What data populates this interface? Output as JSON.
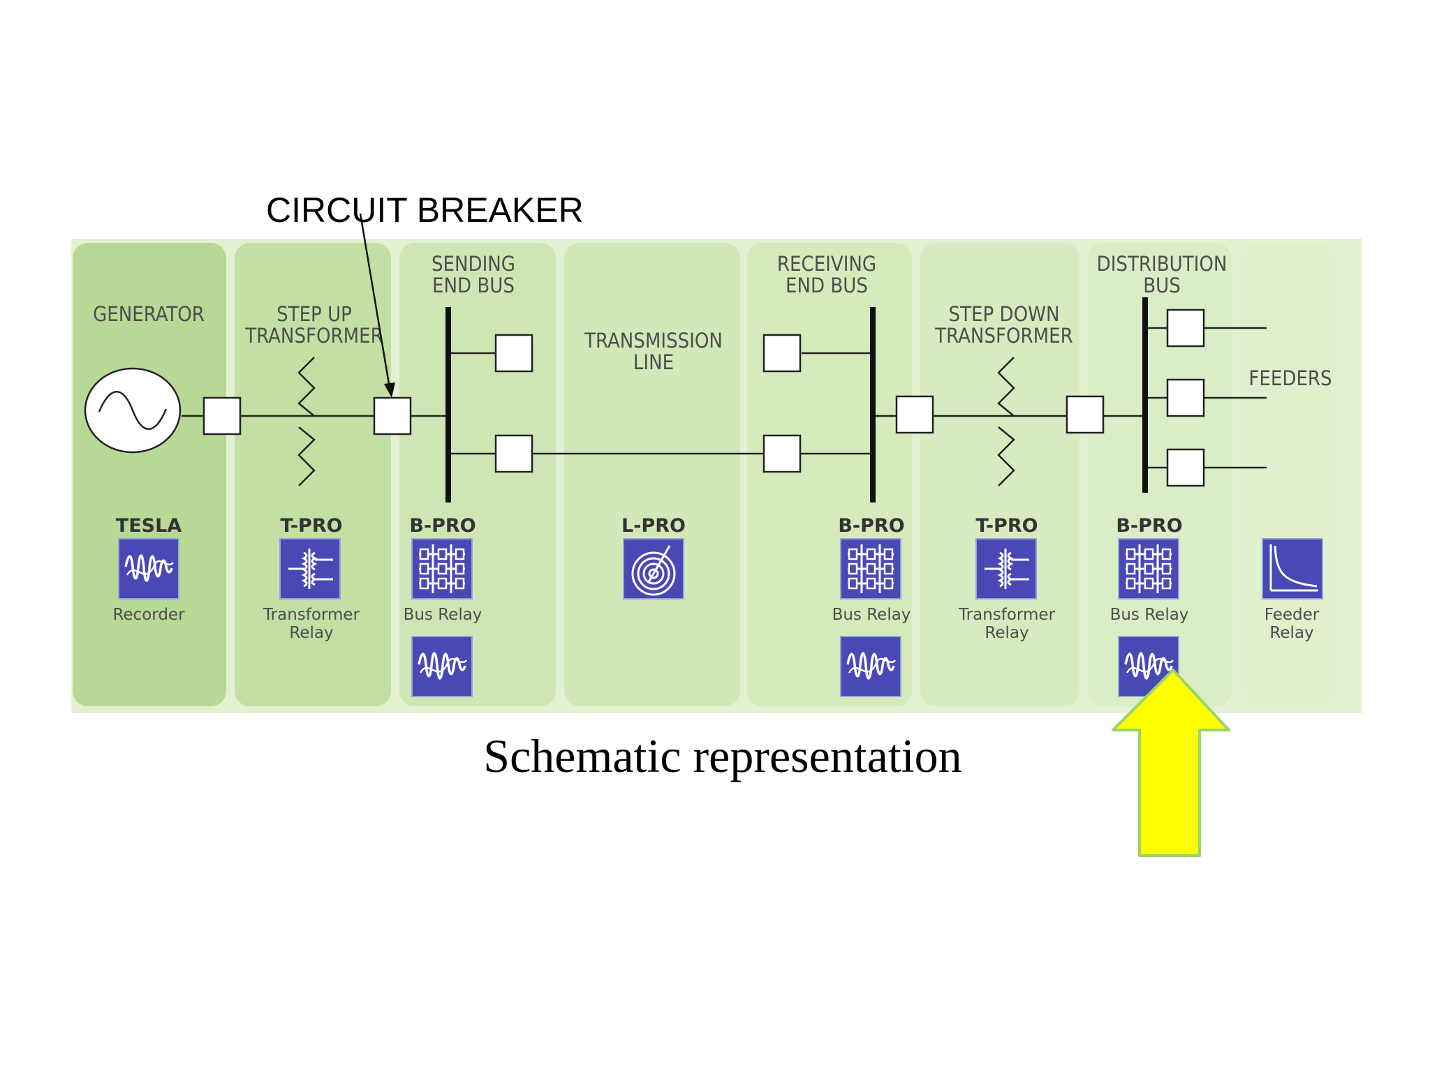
{
  "callout_label": "CIRCUIT BREAKER",
  "caption": "Schematic representation",
  "colors": {
    "panel_outer": "#e4f0d2",
    "panel_dark": "#b8d896",
    "panel_mid": "#cfe6b4",
    "panel_light": "#dcedc8",
    "icon_blue": "#4a48b5",
    "arrow_fill": "#ffff00",
    "arrow_stroke": "#9bd36a"
  },
  "sections": [
    {
      "id": "generator",
      "header": [
        "GENERATOR"
      ]
    },
    {
      "id": "step-up",
      "header": [
        "STEP UP",
        "TRANSFORMER"
      ]
    },
    {
      "id": "sending",
      "header": [
        "SENDING",
        "END BUS"
      ]
    },
    {
      "id": "transmission",
      "header": [
        "TRANSMISSION",
        "LINE"
      ]
    },
    {
      "id": "receiving",
      "header": [
        "RECEIVING",
        "END BUS"
      ]
    },
    {
      "id": "step-down",
      "header": [
        "STEP DOWN",
        "TRANSFORMER"
      ]
    },
    {
      "id": "distribution",
      "header": [
        "DISTRIBUTION",
        "BUS"
      ]
    },
    {
      "id": "feeders",
      "header": [
        "FEEDERS"
      ]
    }
  ],
  "products": [
    {
      "name": "TESLA",
      "icon": "recorder-wave-icon",
      "sub": [
        "Recorder"
      ]
    },
    {
      "name": "T-PRO",
      "icon": "transformer-icon",
      "sub": [
        "Transformer",
        "Relay"
      ]
    },
    {
      "name": "B-PRO",
      "icon": "bus-relay-icon",
      "sub": [
        "Bus Relay"
      ]
    },
    {
      "name": "L-PRO",
      "icon": "line-relay-icon",
      "sub": []
    },
    {
      "name": "B-PRO",
      "icon": "bus-relay-icon",
      "sub": [
        "Bus Relay"
      ]
    },
    {
      "name": "T-PRO",
      "icon": "transformer-icon",
      "sub": [
        "Transformer",
        "Relay"
      ]
    },
    {
      "name": "B-PRO",
      "icon": "bus-relay-icon",
      "sub": [
        "Bus Relay"
      ]
    },
    {
      "name": "",
      "icon": "feeder-curve-icon",
      "sub": [
        "Feeder",
        "Relay"
      ]
    }
  ]
}
